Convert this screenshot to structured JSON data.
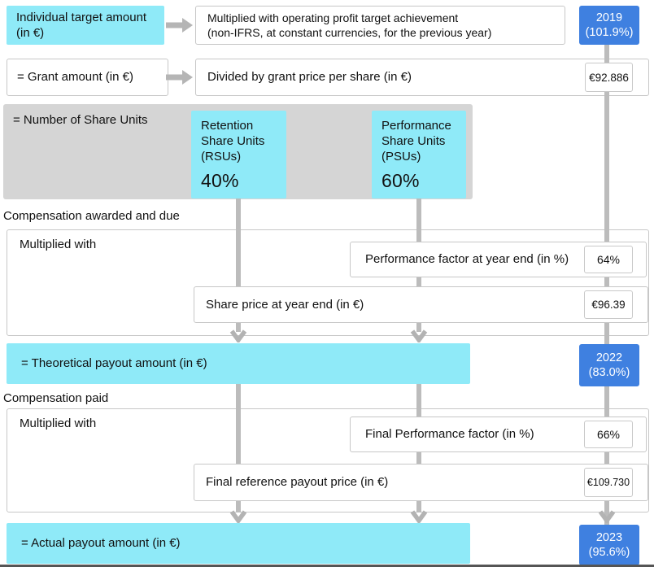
{
  "colors": {
    "cyan": "#8feaf8",
    "blue": "#3f80e0",
    "section_gray": "#d5d5d5",
    "box_border": "#c7c7c7",
    "connector_gray": "#bcbcbc",
    "bottom_rule": "#555555"
  },
  "flow": {
    "row1": {
      "left_label": "Individual target amount (in €)",
      "middle_line1": "Multiplied with operating profit target achievement",
      "middle_line2": "(non-IFRS, at constant currencies, for the previous year)",
      "badge": {
        "year": "2019",
        "pct": "(101.9%)"
      }
    },
    "row2": {
      "left_label": "= Grant amount (in €)",
      "middle_label": "Divided by grant price per share (in €)",
      "value": "€92.886"
    },
    "units": {
      "label": "= Number of Share Units",
      "rsu": {
        "name": "Retention Share Units (RSUs)",
        "pct": "40%"
      },
      "psu": {
        "name": "Performance Share Units (PSUs)",
        "pct": "60%"
      }
    },
    "awarded": {
      "heading": "Compensation awarded and due",
      "container_label": "Multiplied with",
      "perf_factor": {
        "label": "Performance factor at year end (in %)",
        "value": "64%"
      },
      "share_price": {
        "label": "Share price at year end (in €)",
        "value": "€96.39"
      }
    },
    "theoretical": {
      "label": "= Theoretical payout amount (in €)",
      "badge": {
        "year": "2022",
        "pct": "(83.0%)"
      }
    },
    "paid": {
      "heading": "Compensation paid",
      "container_label": "Multiplied with",
      "perf_factor": {
        "label": "Final Performance factor (in %)",
        "value": "66%"
      },
      "ref_price": {
        "label": "Final reference payout price (in €)",
        "value": "€109.730"
      }
    },
    "actual": {
      "label": "= Actual payout amount (in €)",
      "badge": {
        "year": "2023",
        "pct": "(95.6%)"
      }
    }
  }
}
